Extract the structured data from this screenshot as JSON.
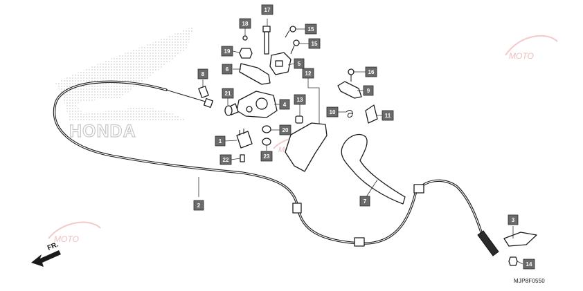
{
  "brand": "HONDA",
  "diagram_code": "MJP8F0550",
  "direction_label": "FR.",
  "callouts": [
    {
      "id": "c1",
      "label": "1"
    },
    {
      "id": "c2",
      "label": "2"
    },
    {
      "id": "c3",
      "label": "3"
    },
    {
      "id": "c4",
      "label": "4"
    },
    {
      "id": "c5",
      "label": "5"
    },
    {
      "id": "c6",
      "label": "6"
    },
    {
      "id": "c7",
      "label": "7"
    },
    {
      "id": "c8",
      "label": "8"
    },
    {
      "id": "c9",
      "label": "9"
    },
    {
      "id": "c10",
      "label": "10"
    },
    {
      "id": "c11",
      "label": "11"
    },
    {
      "id": "c12",
      "label": "12"
    },
    {
      "id": "c13",
      "label": "13"
    },
    {
      "id": "c14",
      "label": "14"
    },
    {
      "id": "c15a",
      "label": "15"
    },
    {
      "id": "c15b",
      "label": "15"
    },
    {
      "id": "c16",
      "label": "16"
    },
    {
      "id": "c17",
      "label": "17"
    },
    {
      "id": "c18",
      "label": "18"
    },
    {
      "id": "c19",
      "label": "19"
    },
    {
      "id": "c20",
      "label": "20"
    },
    {
      "id": "c21",
      "label": "21"
    },
    {
      "id": "c22",
      "label": "22"
    },
    {
      "id": "c23",
      "label": "23"
    }
  ]
}
